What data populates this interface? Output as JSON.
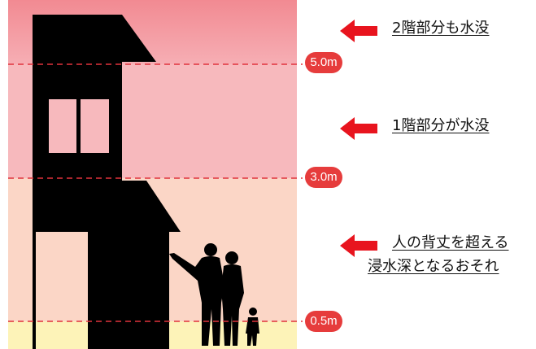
{
  "levels": {
    "top": "5.0m",
    "middle": "3.0m",
    "bottom": "0.5m"
  },
  "notes": {
    "second_floor": "2階部分も水没",
    "first_floor": "1階部分が水没",
    "person_line1": "人の背丈を超える",
    "person_line2": "浸水深となるおそれ"
  },
  "colors": {
    "zone_top": "#f4939a",
    "zone_second": "#f7b9bd",
    "zone_first": "#fbd6c6",
    "zone_ground": "#fdf3b8",
    "dashed_line": "#e0323c",
    "badge": "#e63c3c",
    "arrow": "#e8141e",
    "silhouette": "#000000"
  },
  "icons": {
    "arrow": "arrow-left-icon",
    "house": "house-silhouette",
    "people": "family-silhouette-icon"
  }
}
